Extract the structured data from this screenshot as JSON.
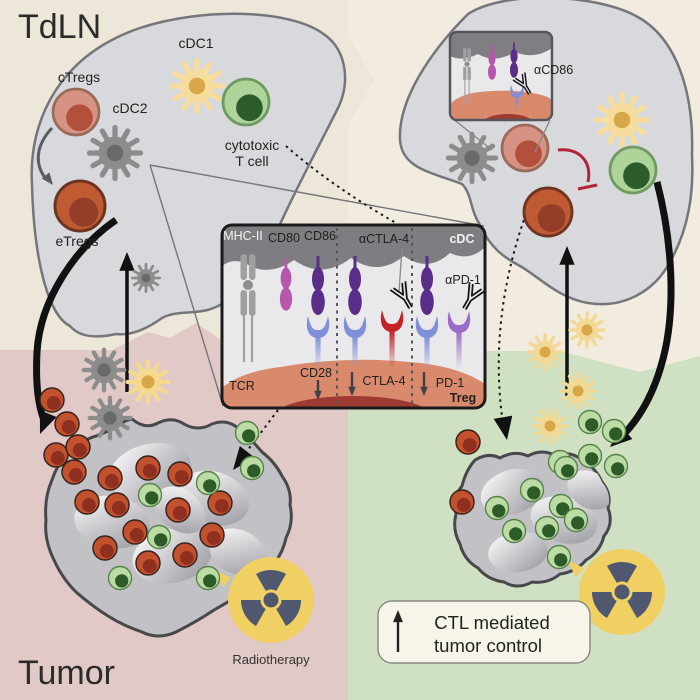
{
  "titles": {
    "tdln": "TdLN",
    "tumor": "Tumor"
  },
  "left_node": {
    "ctregs": "cTregs",
    "cdc2": "cDC2",
    "cdc1": "cDC1",
    "ctl_line1": "cytotoxic",
    "ctl_line2": "T cell",
    "etregs": "eTregs"
  },
  "synapse_inset": {
    "mhc2": "MHC-II",
    "cd80": "CD80",
    "cd86": "CD86",
    "actla4": "αCTLA-4",
    "apd1": "αPD-1",
    "cdc": "cDC",
    "tcr": "TCR",
    "cd28": "CD28",
    "ctla4": "CTLA-4",
    "pd1": "PD-1",
    "treg": "Treg"
  },
  "right_node": {
    "acd86": "αCD86"
  },
  "radiotherapy": {
    "label": "Radiotherapy"
  },
  "outcome": {
    "line1": "CTL mediated",
    "line2": "tumor control"
  },
  "colors": {
    "bg_beige_left": "#ece7d8",
    "bg_beige_right": "#f1ecdf",
    "bg_tumor_pink": "#e0c9c6",
    "bg_tumor_green": "#cfe0c3",
    "lymph_node_fill": "#d8d9dc",
    "tumor_fill": "#c2c2c6",
    "treg_central_body": "#d69383",
    "treg_effector_body": "#c05a33",
    "ctl_body": "#aed49a",
    "cdc1_body": "#f6dd9d",
    "cdc2_body": "#8c8c8c",
    "membrane_cdc": "#7e7e82",
    "membrane_treg": "#d98a6d",
    "cd80": "#b757ac",
    "cd86": "#5a2d88",
    "cd28": "#7e90d8",
    "ctla4": "#c42224",
    "pd1_receptor": "#9a6cc8",
    "radiation_yellow": "#f0d062",
    "radiation_blades": "#4f586e",
    "inhibit_red": "#b52338"
  }
}
